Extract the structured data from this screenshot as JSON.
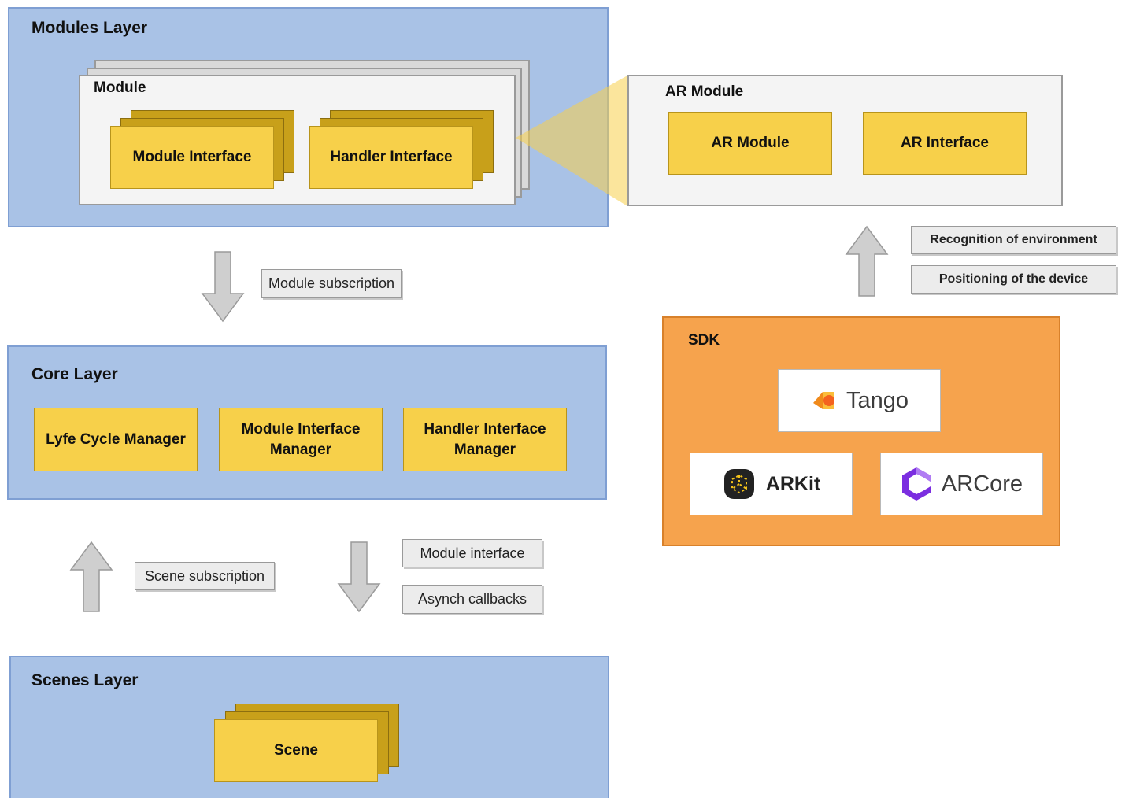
{
  "modules_layer": {
    "title": "Modules Layer",
    "module": {
      "title": "Module",
      "items": [
        "Module Interface",
        "Handler Interface"
      ]
    }
  },
  "ar_module": {
    "title": "AR Module",
    "items": [
      "AR Module",
      "AR Interface"
    ]
  },
  "arrows": {
    "module_subscription": "Module subscription",
    "scene_subscription": "Scene subscription",
    "module_interface": "Module interface",
    "asynch_callbacks": "Asynch callbacks",
    "recognition": "Recognition of environment",
    "positioning": "Positioning of the device"
  },
  "core_layer": {
    "title": "Core Layer",
    "items": [
      "Lyfe Cycle Manager",
      "Module Interface Manager",
      "Handler Interface Manager"
    ]
  },
  "scenes_layer": {
    "title": "Scenes Layer",
    "scene": "Scene"
  },
  "sdk": {
    "title": "SDK",
    "brands": [
      "Tango",
      "ARKit",
      "ARCore"
    ]
  },
  "colors": {
    "layer_blue": "#a9c2e6",
    "box_yellow": "#f7d04a",
    "sdk_orange": "#f6a34d",
    "arrow_gray": "#cfcfcf"
  }
}
